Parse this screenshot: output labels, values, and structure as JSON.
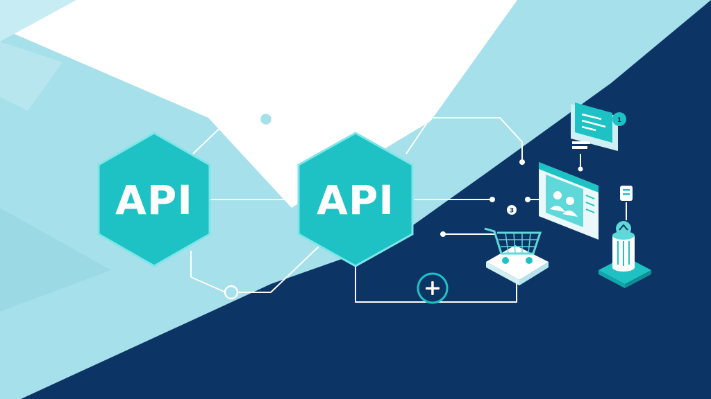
{
  "colors": {
    "navy": "#0c3565",
    "light_blue": "#a6e0ea",
    "pale_blue": "#c7ecf3",
    "teal": "#1ec2c4",
    "teal_light": "#5fd8da",
    "line_white": "#ffffff"
  },
  "nodes": {
    "api_left": {
      "label": "API"
    },
    "api_right": {
      "label": "API"
    }
  },
  "badges": {
    "message_badge": "1",
    "small_node_badge": "3"
  },
  "icons": {
    "plus": "plus-icon",
    "cart": "shopping-cart-icon",
    "chat": "chat-message-icon",
    "users_window": "users-window-icon",
    "notification": "notification-icon",
    "database": "database-icon"
  }
}
